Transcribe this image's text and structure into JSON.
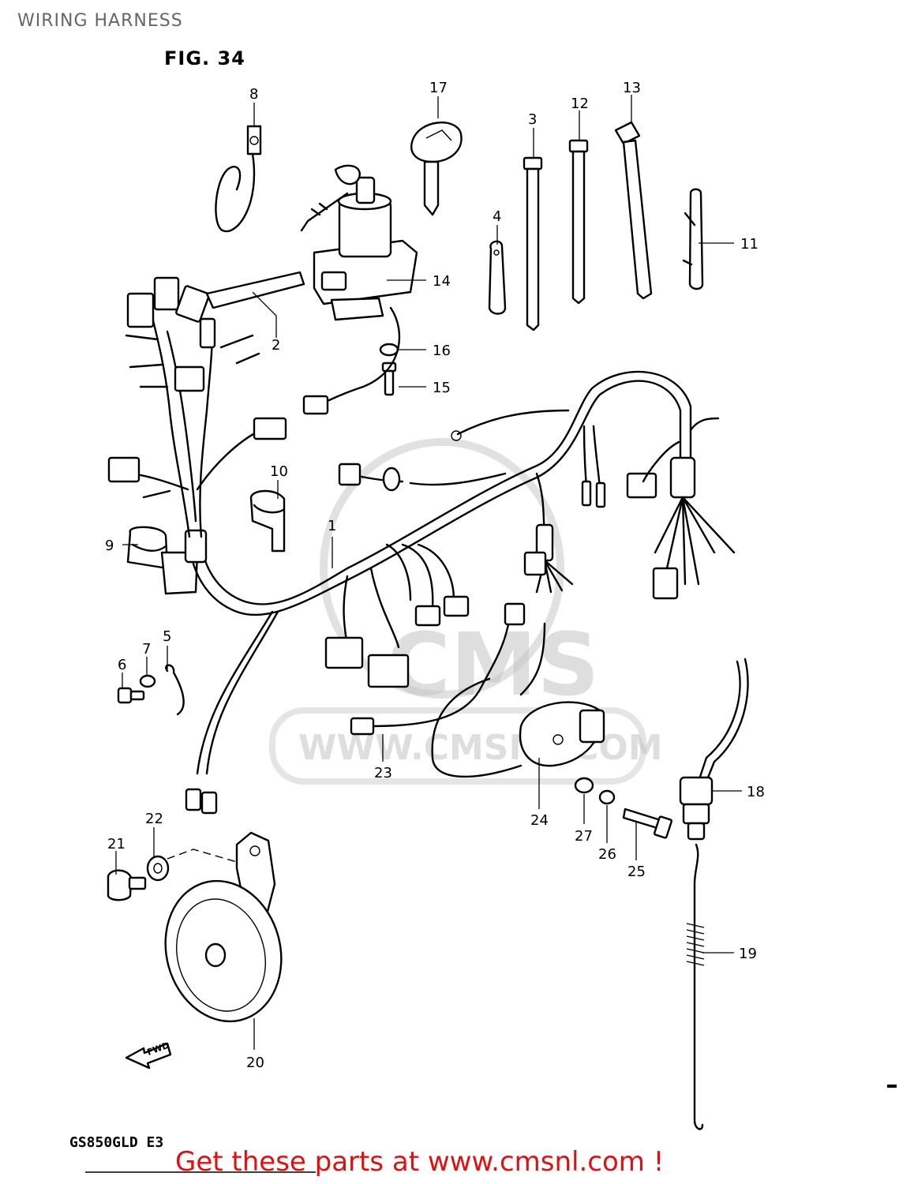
{
  "page": {
    "title": "WIRING HARNESS",
    "figure_label": "FIG. 34",
    "model_code": "GS850GLD  E3",
    "promo_text": "Get these parts at www.cmsnl.com !"
  },
  "watermark": {
    "brand": "CMS",
    "url": "WWW.CMSNL.COM"
  },
  "direction_arrow": "FWD",
  "callouts": {
    "c1": "1",
    "c2": "2",
    "c3": "3",
    "c4": "4",
    "c5": "5",
    "c6": "6",
    "c7": "7",
    "c8": "8",
    "c9": "9",
    "c10": "10",
    "c11": "11",
    "c12": "12",
    "c13": "13",
    "c14": "14",
    "c15": "15",
    "c16": "16",
    "c17": "17",
    "c18": "18",
    "c19": "19",
    "c20": "20",
    "c21": "21",
    "c22": "22",
    "c23": "23",
    "c24": "24",
    "c25": "25",
    "c26": "26",
    "c27": "27"
  }
}
